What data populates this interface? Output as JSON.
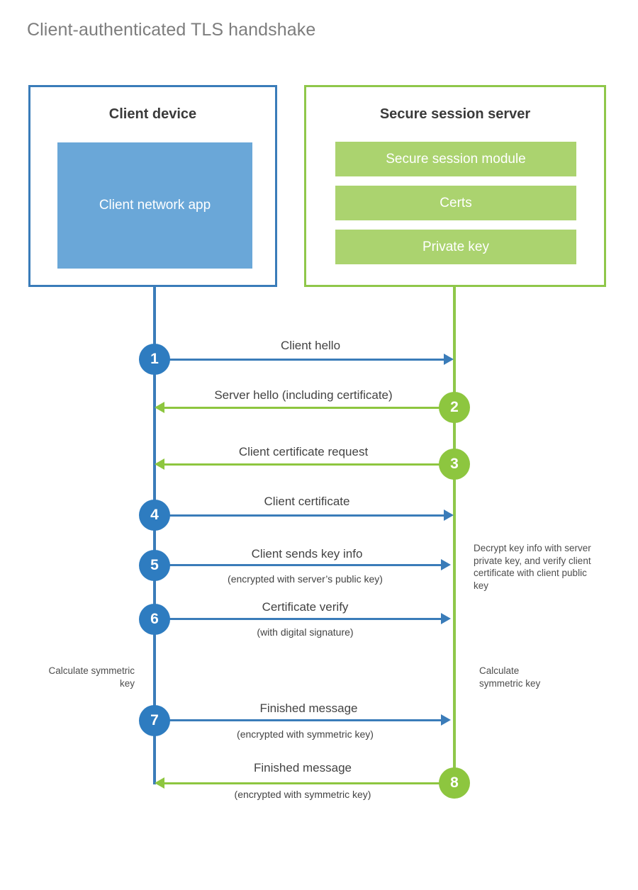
{
  "title": "Client-authenticated TLS handshake",
  "colors": {
    "blue_border": "#3a7cb9",
    "blue_fill": "#6aa7d8",
    "blue_circle": "#2e7cc0",
    "green_border": "#8fc74a",
    "green_fill": "#abd36f",
    "green_circle": "#8dc63f",
    "title_text": "#7d7d7d",
    "body_text": "#434343",
    "background": "#ffffff"
  },
  "client": {
    "title": "Client device",
    "app_label": "Client network app"
  },
  "server": {
    "title": "Secure session server",
    "components": [
      {
        "label": "Secure session module"
      },
      {
        "label": "Certs"
      },
      {
        "label": "Private key"
      }
    ]
  },
  "steps": [
    {
      "number": "1",
      "label": "Client hello",
      "sublabel": "",
      "direction": "client-to-server",
      "color": "blue"
    },
    {
      "number": "2",
      "label": "Server hello (including certificate)",
      "sublabel": "",
      "direction": "server-to-client",
      "color": "green"
    },
    {
      "number": "3",
      "label": "Client certificate request",
      "sublabel": "",
      "direction": "server-to-client",
      "color": "green"
    },
    {
      "number": "4",
      "label": "Client certificate",
      "sublabel": "",
      "direction": "client-to-server",
      "color": "blue"
    },
    {
      "number": "5",
      "label": "Client sends key info",
      "sublabel": "(encrypted with server’s public key)",
      "direction": "client-to-server",
      "color": "blue"
    },
    {
      "number": "6",
      "label": "Certificate verify",
      "sublabel": "(with digital signature)",
      "direction": "client-to-server",
      "color": "blue"
    },
    {
      "number": "7",
      "label": "Finished message",
      "sublabel": "(encrypted with symmetric key)",
      "direction": "client-to-server",
      "color": "blue"
    },
    {
      "number": "8",
      "label": "Finished message",
      "sublabel": "(encrypted with symmetric key)",
      "direction": "server-to-client",
      "color": "green"
    }
  ],
  "notes": {
    "server_decrypt": "Decrypt key info with server private key, and verify client certificate with client public key",
    "client_calculate": "Calculate symmetric key",
    "server_calculate": "Calculate symmetric key"
  }
}
